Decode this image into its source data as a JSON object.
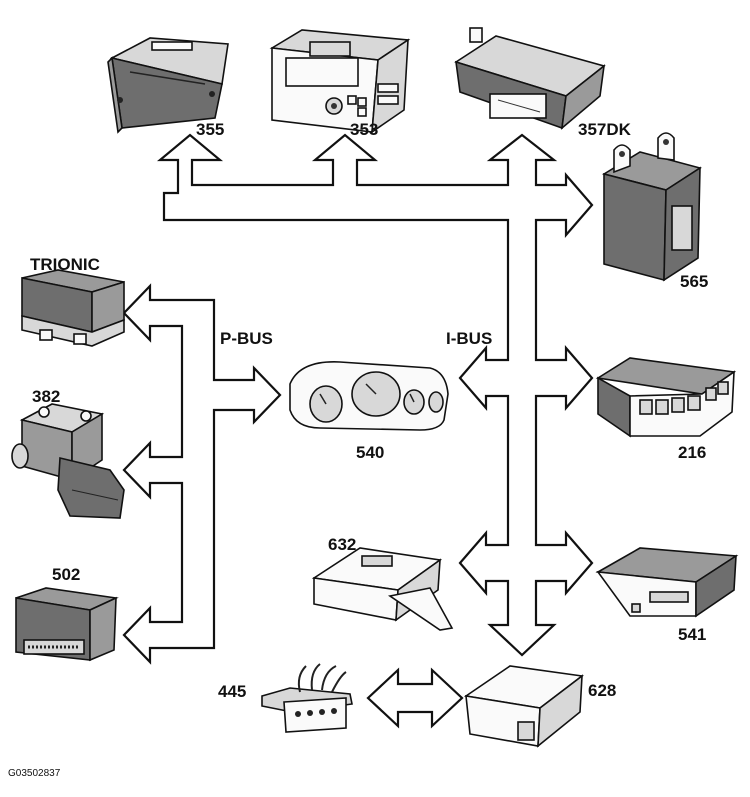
{
  "labels": {
    "m355": "355",
    "m353": "353",
    "m357": "357DK",
    "m565": "565",
    "trionic": "TRIONIC",
    "m382": "382",
    "m502": "502",
    "m540": "540",
    "m216": "216",
    "m632": "632",
    "m541": "541",
    "m628": "628",
    "m445": "445",
    "pbus": "P-BUS",
    "ibus": "I-BUS"
  },
  "figure_id": "G03502837",
  "colors": {
    "line": "#111111",
    "module_dark": "#6e6e6e",
    "module_light": "#d8d8d8",
    "background": "#ffffff"
  }
}
